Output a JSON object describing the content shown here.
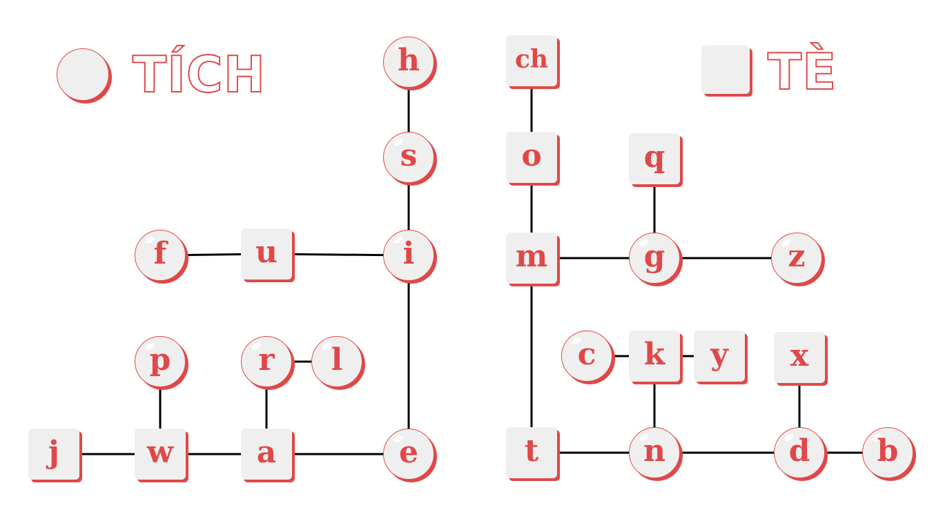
{
  "legend": {
    "circle_label": "TÍCH",
    "square_label": "TÈ"
  },
  "colors": {
    "accent": "#e04848",
    "node_fill": "#efefef",
    "edge": "#000000"
  },
  "nodes": [
    {
      "id": "h",
      "label": "h",
      "shape": "circle"
    },
    {
      "id": "s",
      "label": "s",
      "shape": "circle"
    },
    {
      "id": "i",
      "label": "i",
      "shape": "circle"
    },
    {
      "id": "f",
      "label": "f",
      "shape": "circle"
    },
    {
      "id": "u",
      "label": "u",
      "shape": "square"
    },
    {
      "id": "p",
      "label": "p",
      "shape": "circle"
    },
    {
      "id": "r",
      "label": "r",
      "shape": "circle"
    },
    {
      "id": "l",
      "label": "l",
      "shape": "circle"
    },
    {
      "id": "j",
      "label": "j",
      "shape": "square"
    },
    {
      "id": "w",
      "label": "w",
      "shape": "square"
    },
    {
      "id": "a",
      "label": "a",
      "shape": "square"
    },
    {
      "id": "e",
      "label": "e",
      "shape": "circle"
    },
    {
      "id": "ch",
      "label": "ch",
      "shape": "square"
    },
    {
      "id": "o",
      "label": "o",
      "shape": "square"
    },
    {
      "id": "q",
      "label": "q",
      "shape": "square"
    },
    {
      "id": "m",
      "label": "m",
      "shape": "square"
    },
    {
      "id": "g",
      "label": "g",
      "shape": "circle"
    },
    {
      "id": "z",
      "label": "z",
      "shape": "circle"
    },
    {
      "id": "c",
      "label": "c",
      "shape": "circle"
    },
    {
      "id": "k",
      "label": "k",
      "shape": "square"
    },
    {
      "id": "y",
      "label": "y",
      "shape": "square"
    },
    {
      "id": "x",
      "label": "x",
      "shape": "square"
    },
    {
      "id": "t",
      "label": "t",
      "shape": "square"
    },
    {
      "id": "n",
      "label": "n",
      "shape": "circle"
    },
    {
      "id": "d",
      "label": "d",
      "shape": "circle"
    },
    {
      "id": "b",
      "label": "b",
      "shape": "circle"
    }
  ],
  "edges": [
    [
      "h",
      "s"
    ],
    [
      "s",
      "i"
    ],
    [
      "f",
      "u"
    ],
    [
      "u",
      "i"
    ],
    [
      "i",
      "e"
    ],
    [
      "p",
      "w"
    ],
    [
      "r",
      "l"
    ],
    [
      "r",
      "a"
    ],
    [
      "j",
      "w"
    ],
    [
      "w",
      "a"
    ],
    [
      "a",
      "e"
    ],
    [
      "ch",
      "o"
    ],
    [
      "o",
      "m"
    ],
    [
      "q",
      "g"
    ],
    [
      "m",
      "g"
    ],
    [
      "g",
      "z"
    ],
    [
      "m",
      "t"
    ],
    [
      "c",
      "k"
    ],
    [
      "k",
      "y"
    ],
    [
      "k",
      "n"
    ],
    [
      "x",
      "d"
    ],
    [
      "t",
      "n"
    ],
    [
      "n",
      "d"
    ],
    [
      "d",
      "b"
    ]
  ]
}
